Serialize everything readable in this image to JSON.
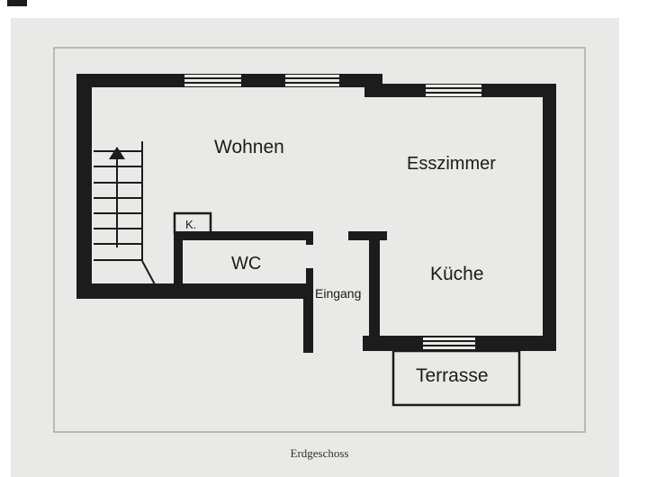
{
  "plan": {
    "rooms": {
      "wohnen": "Wohnen",
      "esszimmer": "Esszimmer",
      "wc": "WC",
      "kueche": "Küche",
      "eingang": "Eingang",
      "terrasse": "Terrasse",
      "kammer": "K."
    },
    "caption": "Erdgeschoss"
  },
  "colors": {
    "wall": "#1c1c1c",
    "paper": "#e9e9e7",
    "frame": "#8a8a8a"
  }
}
